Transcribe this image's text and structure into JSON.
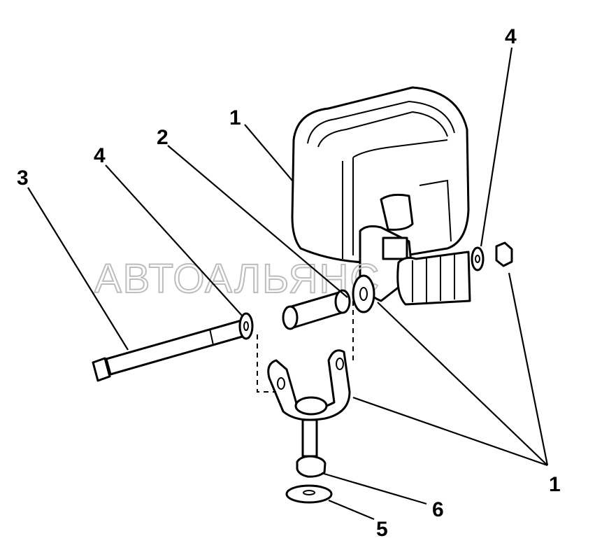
{
  "watermark": "АВТОАЛЬЯНС",
  "callouts": {
    "lamp": "1",
    "lamp_hardware": "1",
    "spacer": "2",
    "bolt": "3",
    "washer_left": "4",
    "washer_right": "4",
    "washer_large": "5",
    "nut": "6"
  }
}
